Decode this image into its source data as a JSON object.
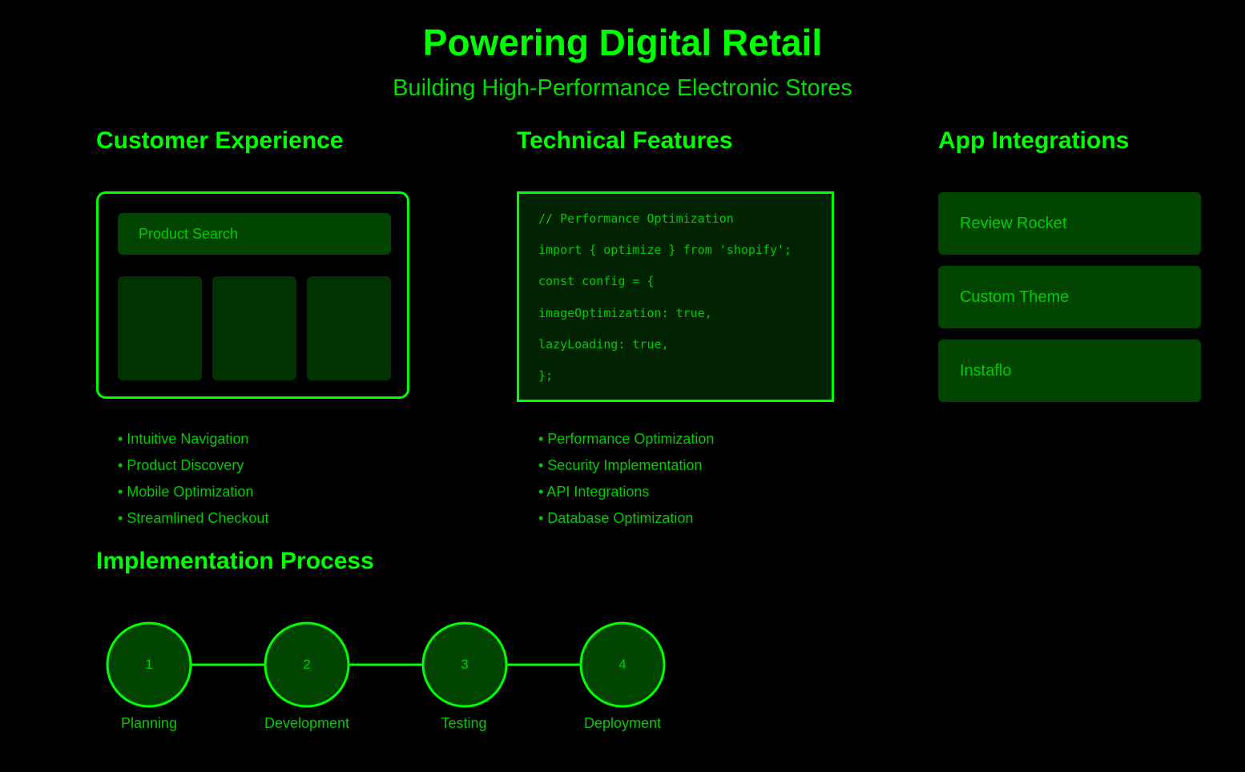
{
  "header": {
    "title": "Powering Digital Retail",
    "subtitle": "Building High-Performance Electronic Stores"
  },
  "customer_experience": {
    "heading": "Customer Experience",
    "search_label": "Product Search",
    "bullets": [
      "• Intuitive Navigation",
      "• Product Discovery",
      "• Mobile Optimization",
      "• Streamlined Checkout"
    ]
  },
  "technical_features": {
    "heading": "Technical Features",
    "code_lines": [
      "// Performance Optimization",
      "import { optimize } from 'shopify';",
      "const config = {",
      "imageOptimization: true,",
      "lazyLoading: true,",
      "};"
    ],
    "bullets": [
      "• Performance Optimization",
      "• Security Implementation",
      "• API Integrations",
      "• Database Optimization"
    ]
  },
  "app_integrations": {
    "heading": "App Integrations",
    "apps": [
      "Review Rocket",
      "Custom Theme",
      "Instaflo"
    ]
  },
  "implementation": {
    "heading": "Implementation Process",
    "steps": [
      {
        "number": "1",
        "label": "Planning"
      },
      {
        "number": "2",
        "label": "Development"
      },
      {
        "number": "3",
        "label": "Testing"
      },
      {
        "number": "4",
        "label": "Deployment"
      }
    ]
  },
  "colors": {
    "background": "#000000",
    "accent": "#00ff00",
    "text": "#00cc00",
    "card_fill": "#004400",
    "dark_fill": "#003300"
  }
}
